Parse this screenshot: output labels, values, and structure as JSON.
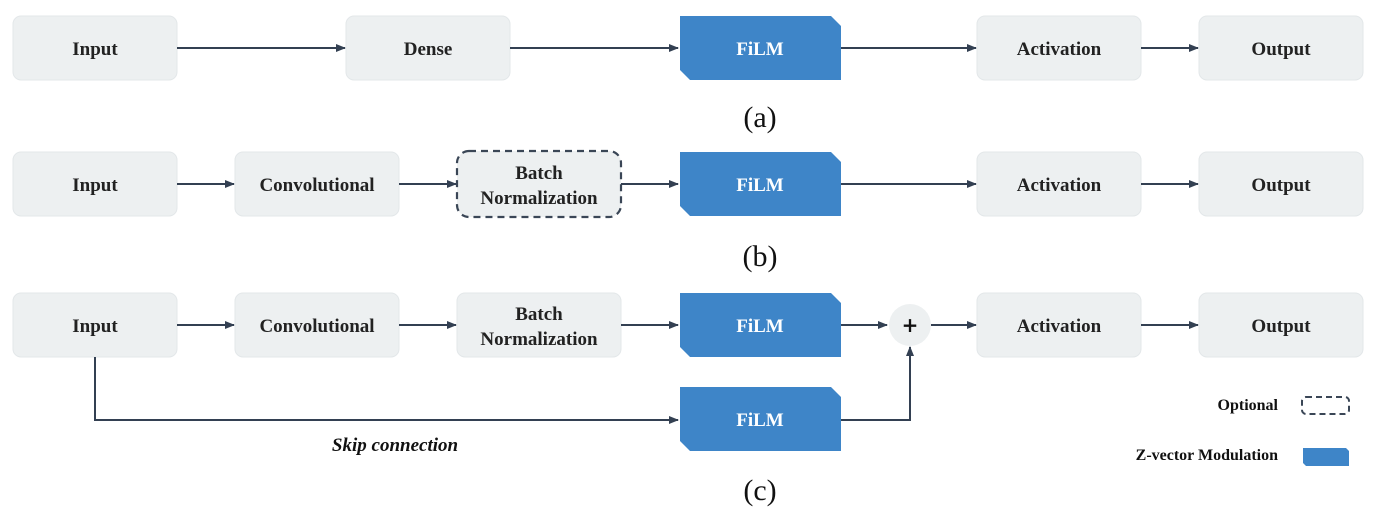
{
  "colors": {
    "node_fill": "#edf0f1",
    "film_fill": "#3e85c8",
    "edge": "#334052",
    "text": "#222222"
  },
  "rows": {
    "a": {
      "caption": "(a)",
      "input": "Input",
      "dense": "Dense",
      "film": "FiLM",
      "activation": "Activation",
      "output": "Output"
    },
    "b": {
      "caption": "(b)",
      "input": "Input",
      "conv": "Convolutional",
      "bn_line1": "Batch",
      "bn_line2": "Normalization",
      "film": "FiLM",
      "activation": "Activation",
      "output": "Output"
    },
    "c": {
      "caption": "(c)",
      "input": "Input",
      "conv": "Convolutional",
      "bn_line1": "Batch",
      "bn_line2": "Normalization",
      "film": "FiLM",
      "film_skip": "FiLM",
      "sum_symbol": "+",
      "activation": "Activation",
      "output": "Output",
      "skip_label": "Skip connection"
    }
  },
  "legend": {
    "optional": "Optional",
    "zvector": "Z-vector Modulation"
  }
}
